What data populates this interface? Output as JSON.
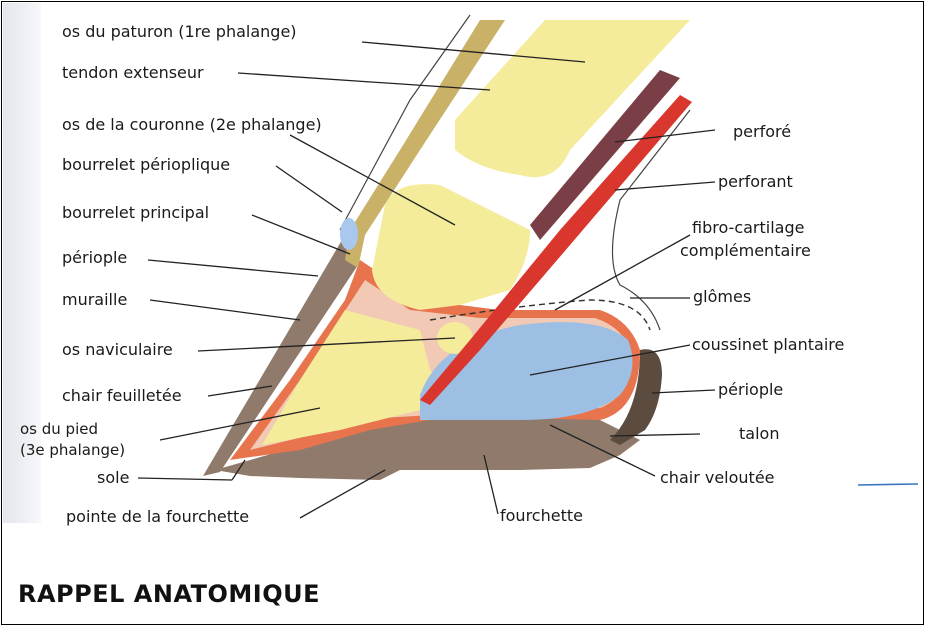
{
  "labels": {
    "os_paturon": "os du paturon (1re phalange)",
    "tendon_extenseur": "tendon extenseur",
    "os_couronne": "os de la couronne (2e phalange)",
    "bourrelet_perioplique": "bourrelet périoplique",
    "bourrelet_principal": "bourrelet principal",
    "periople_left": "périople",
    "muraille": "muraille",
    "os_naviculaire": "os naviculaire",
    "chair_feuilletee": "chair feuilletée",
    "os_pied_line1": "os du pied",
    "os_pied_line2": "(3e phalange)",
    "sole": "sole",
    "pointe_fourchette": "pointe de la fourchette",
    "fourchette": "fourchette",
    "perfore": "perforé",
    "perforant": "perforant",
    "fibro_line1": "fibro-cartilage",
    "fibro_line2": "complémentaire",
    "glomes": "glômes",
    "coussinet": "coussinet plantaire",
    "periople_right": "périople",
    "talon": "talon",
    "chair_veloutee": "chair veloutée"
  },
  "title": "RAPPEL ANATOMIQUE"
}
